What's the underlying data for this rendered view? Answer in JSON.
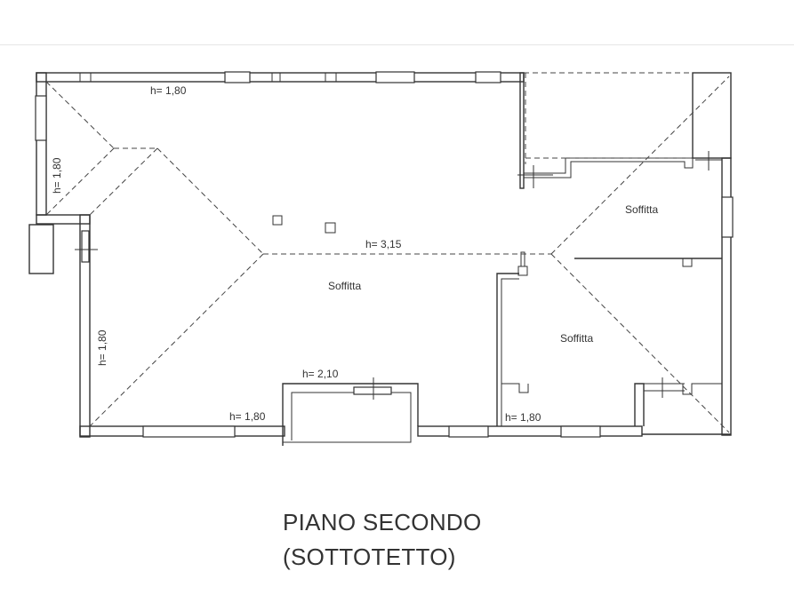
{
  "plan": {
    "title_line1": "PIANO SECONDO",
    "title_line2": "(SOTTOTETTO)",
    "labels": {
      "h_top": "h= 1,80",
      "h_left_upper": "h= 1,80",
      "h_left_lower": "h= 1,80",
      "h_center": "h= 3,15",
      "h_balcony": "h= 2,10",
      "h_bottom_left": "h= 1,80",
      "h_bottom_right": "h= 1,80"
    },
    "rooms": {
      "main": "Soffitta",
      "right_upper": "Soffitta",
      "right_lower": "Soffitta"
    },
    "colors": {
      "line": "#333333",
      "background": "#ffffff"
    }
  }
}
